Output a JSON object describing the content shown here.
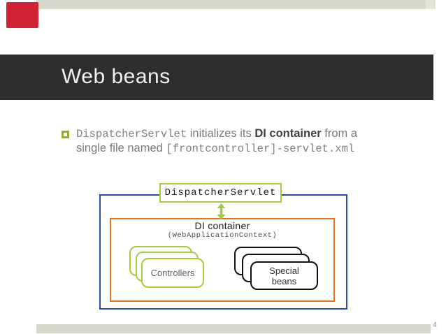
{
  "slide": {
    "title": "Web beans",
    "page_number": "4"
  },
  "bullet": {
    "line1": [
      {
        "text": "DispatcherServlet",
        "style": "mono"
      },
      {
        "text": " initializes its ",
        "style": "sans"
      },
      {
        "text": "DI container",
        "style": "bold"
      },
      {
        "text": " from a",
        "style": "sans"
      }
    ],
    "line2": [
      {
        "text": "single file named ",
        "style": "sans"
      },
      {
        "text": "[frontcontroller]-servlet.xml",
        "style": "mono"
      }
    ]
  },
  "diagram": {
    "dispatcher_servlet_label": "DispatcherServlet",
    "di_container_label": "DI container",
    "di_container_sublabel": "(WebApplicationContext)",
    "controllers_label": "Controllers",
    "special_beans_label": "Special\nbeans"
  },
  "colors": {
    "accent_red": "#cf2233",
    "strip_beige": "#d6d9ca",
    "title_bar_bg": "#2e2e2e",
    "title_text": "#f2f2ec",
    "body_text": "#7a7a7a",
    "code_text": "#808080",
    "emphasis_text": "#3f3f3f",
    "diagram_green": "#a6cb3d",
    "bullet_green": "#8cb32d",
    "diagram_orange": "#e7731b",
    "diagram_blue": "#2b4ca1",
    "diagram_black": "#111111"
  }
}
